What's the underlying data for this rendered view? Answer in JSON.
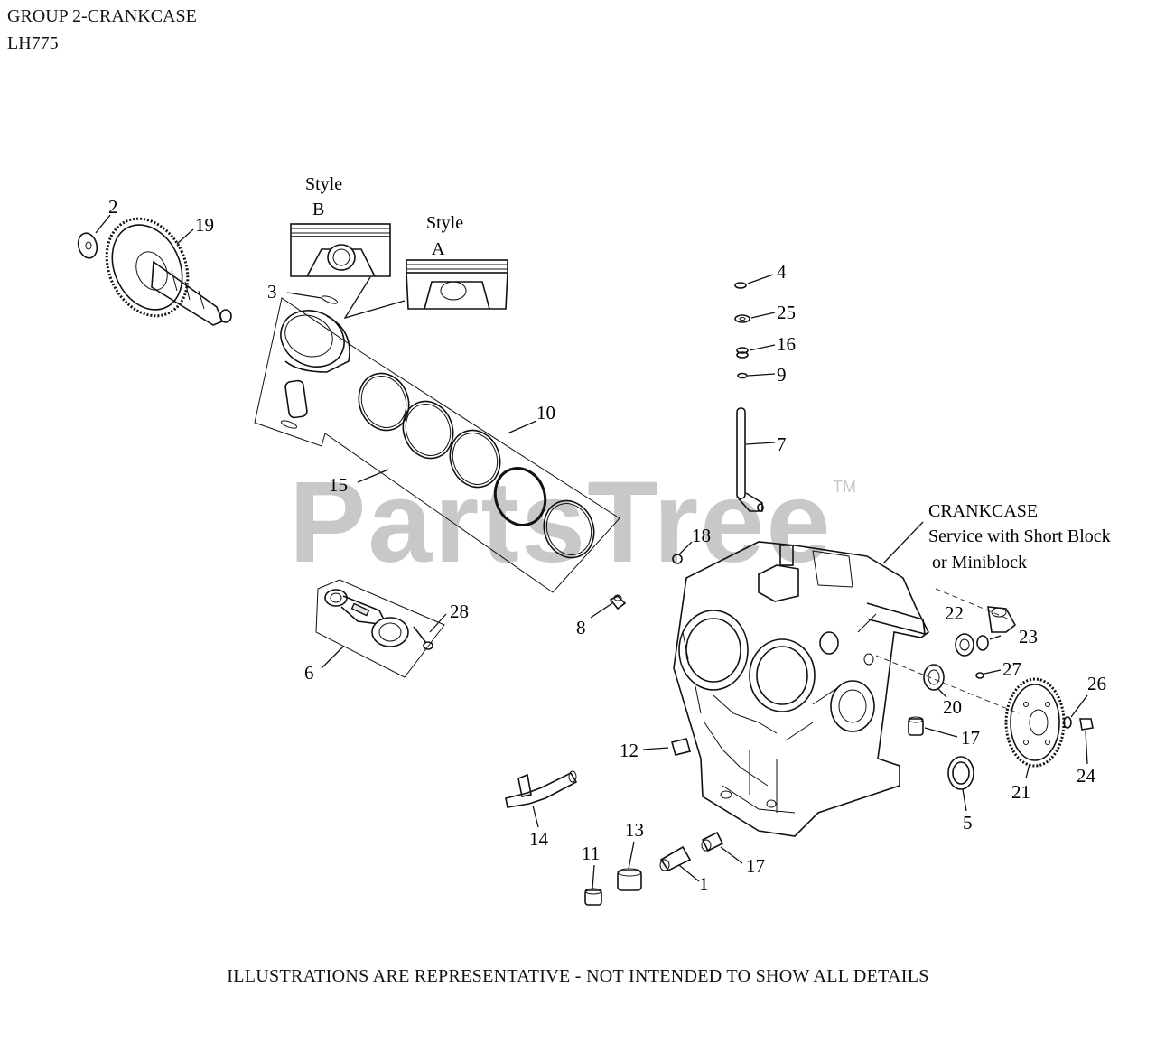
{
  "header": {
    "group_title": "GROUP 2-CRANKCASE",
    "model": "LH775"
  },
  "watermark": {
    "text": "PartsTree",
    "tm": "TM",
    "color": "#c8c8c8"
  },
  "styles": {
    "style_b": {
      "line1": "Style",
      "line2": "B"
    },
    "style_a": {
      "line1": "Style",
      "line2": "A"
    }
  },
  "crankcase_note": {
    "line1": "CRANKCASE",
    "line2": "Service with Short Block",
    "line3": "or Miniblock"
  },
  "callouts": [
    {
      "id": "c2",
      "label": "2"
    },
    {
      "id": "c19",
      "label": "19"
    },
    {
      "id": "c3",
      "label": "3"
    },
    {
      "id": "c10",
      "label": "10"
    },
    {
      "id": "c15",
      "label": "15"
    },
    {
      "id": "c6",
      "label": "6"
    },
    {
      "id": "c28",
      "label": "28"
    },
    {
      "id": "c4",
      "label": "4"
    },
    {
      "id": "c25",
      "label": "25"
    },
    {
      "id": "c16",
      "label": "16"
    },
    {
      "id": "c9",
      "label": "9"
    },
    {
      "id": "c7",
      "label": "7"
    },
    {
      "id": "c18",
      "label": "18"
    },
    {
      "id": "c8",
      "label": "8"
    },
    {
      "id": "c22",
      "label": "22"
    },
    {
      "id": "c23",
      "label": "23"
    },
    {
      "id": "c27",
      "label": "27"
    },
    {
      "id": "c20",
      "label": "20"
    },
    {
      "id": "c26",
      "label": "26"
    },
    {
      "id": "c17a",
      "label": "17"
    },
    {
      "id": "c12",
      "label": "12"
    },
    {
      "id": "c21",
      "label": "21"
    },
    {
      "id": "c24",
      "label": "24"
    },
    {
      "id": "c5",
      "label": "5"
    },
    {
      "id": "c14",
      "label": "14"
    },
    {
      "id": "c13",
      "label": "13"
    },
    {
      "id": "c11",
      "label": "11"
    },
    {
      "id": "c1",
      "label": "1"
    },
    {
      "id": "c17b",
      "label": "17"
    }
  ],
  "footer": {
    "disclaimer": "ILLUSTRATIONS ARE REPRESENTATIVE - NOT INTENDED TO SHOW ALL DETAILS"
  }
}
